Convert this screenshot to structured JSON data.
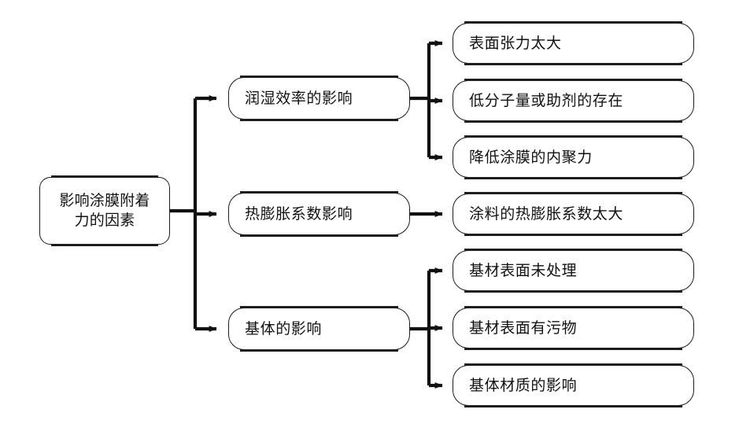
{
  "diagram": {
    "title": "影响涂膜附着力的因素",
    "type": "tree-flowchart",
    "orientation": "left-to-right",
    "colors": {
      "background": "#ffffff",
      "node_fill": "#ffffff",
      "node_border": "#1b1b1b",
      "node_shadow_bar": "#1d1d1d",
      "connector": "#111111",
      "text": "#111111"
    },
    "root": {
      "label": "影响涂膜附着\n力的因素"
    },
    "branches": [
      {
        "label": "润湿效率的影响",
        "children": [
          {
            "label": "表面张力太大"
          },
          {
            "label": "低分子量或助剂的存在"
          },
          {
            "label": "降低涂膜的内聚力"
          }
        ]
      },
      {
        "label": "热膨胀系数影响",
        "children": [
          {
            "label": "涂料的热膨胀系数太大"
          }
        ]
      },
      {
        "label": "基体的影响",
        "children": [
          {
            "label": "基材表面未处理"
          },
          {
            "label": "基材表面有污物"
          },
          {
            "label": "基体材质的影响"
          }
        ]
      }
    ]
  }
}
